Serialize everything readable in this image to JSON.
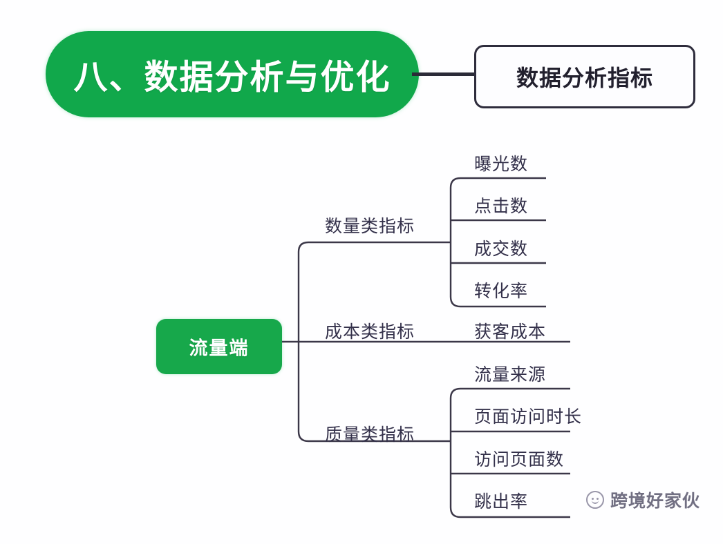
{
  "title": {
    "text": "八、数据分析与优化",
    "color": "#11a84b"
  },
  "metric_box": {
    "label": "数据分析指标",
    "border_color": "#2e2c3c"
  },
  "root_node": {
    "label": "流量端",
    "color": "#17a84b"
  },
  "branches": [
    {
      "label": "数量类指标",
      "leaves": [
        "曝光数",
        "点击数",
        "成交数",
        "转化率"
      ]
    },
    {
      "label": "成本类指标",
      "leaves": [
        "获客成本"
      ]
    },
    {
      "label": "质量类指标",
      "leaves": [
        "流量来源",
        "页面访问时长",
        "访问页面数",
        "跳出率"
      ]
    }
  ],
  "watermark": {
    "text": "跨境好家伙",
    "icon": "smiley-face-icon"
  },
  "line_color": "#3b3748"
}
